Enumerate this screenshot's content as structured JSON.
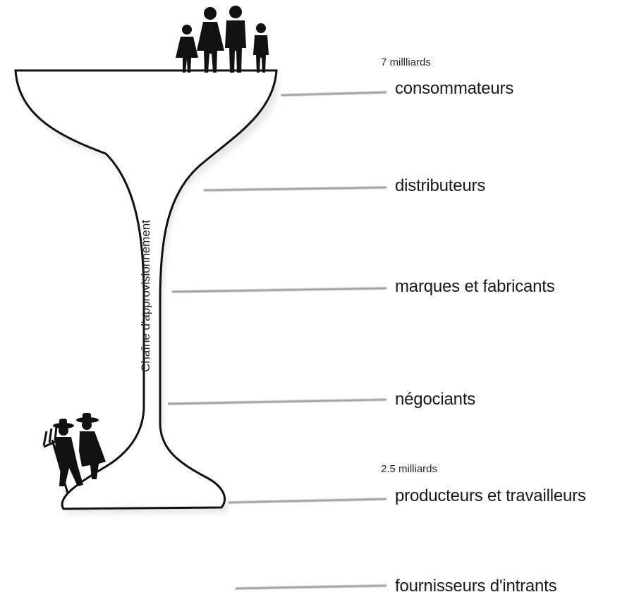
{
  "diagram": {
    "vertical_label": "Chaîne d'approvisionnement",
    "levels": [
      {
        "sub": "7 millliards",
        "label": "consommateurs"
      },
      {
        "sub": "",
        "label": "distributeurs"
      },
      {
        "sub": "",
        "label": "marques  et fabricants"
      },
      {
        "sub": "",
        "label": "négociants"
      },
      {
        "sub": "2.5 milliards",
        "label": "producteurs et travailleurs"
      },
      {
        "sub": "",
        "label": "fournisseurs d'intrants"
      }
    ],
    "colors": {
      "outline": "#111111",
      "stroke_lines": "#9a9a9a",
      "figures": "#111111"
    },
    "icons": [
      "consumer-family-icon",
      "farmer-couple-icon"
    ]
  }
}
